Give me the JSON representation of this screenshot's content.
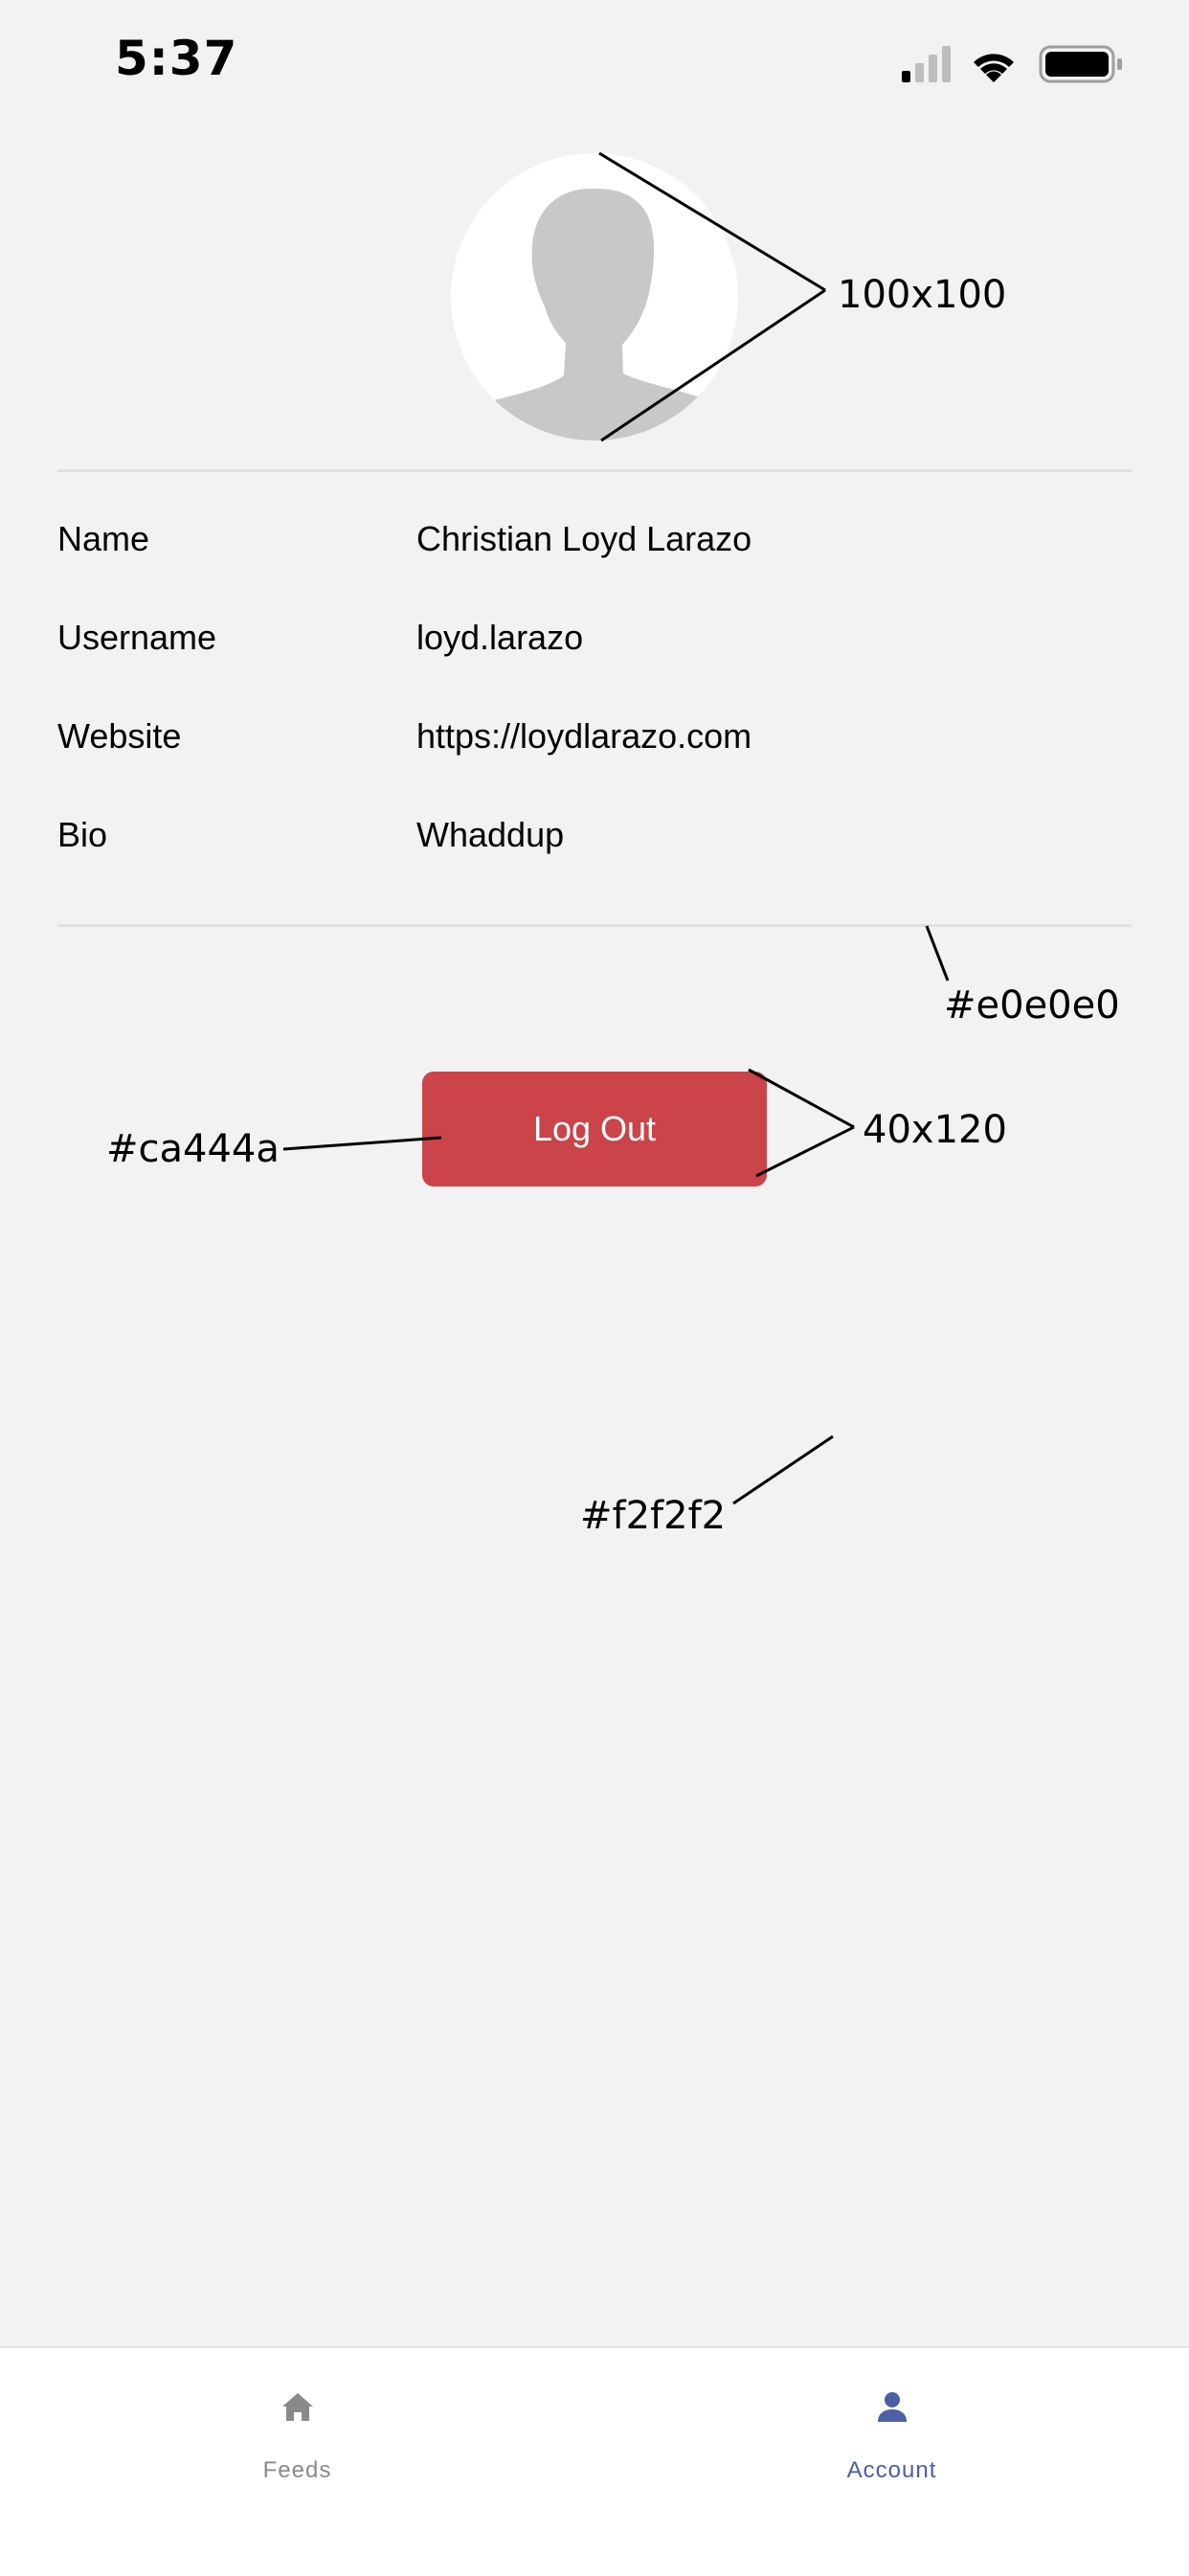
{
  "status_bar": {
    "time": "5:37",
    "icons": [
      "cellular-signal-icon",
      "wifi-icon",
      "battery-icon"
    ]
  },
  "profile": {
    "avatar_icon": "avatar-placeholder-icon",
    "rows": [
      {
        "label": "Name",
        "value": "Christian Loyd Larazo"
      },
      {
        "label": "Username",
        "value": "loyd.larazo"
      },
      {
        "label": "Website",
        "value": "https://loydlarazo.com"
      },
      {
        "label": "Bio",
        "value": "Whaddup"
      }
    ]
  },
  "logout_button": {
    "label": "Log Out",
    "color": "#ca444a"
  },
  "annotations": {
    "avatar_size": "100x100",
    "divider_color": "#e0e0e0",
    "button_color": "#ca444a",
    "button_size": "40x120",
    "background_color": "#f2f2f2"
  },
  "tab_bar": {
    "tabs": [
      {
        "label": "Feeds",
        "icon": "home-icon",
        "active": false,
        "color": "#8a8a8a"
      },
      {
        "label": "Account",
        "icon": "person-icon",
        "active": true,
        "color": "#4b5fa3"
      }
    ]
  },
  "colors": {
    "background": "#f2f2f2",
    "divider": "#e0e0e0",
    "logout": "#ca444a",
    "accent": "#4b5fa3"
  }
}
